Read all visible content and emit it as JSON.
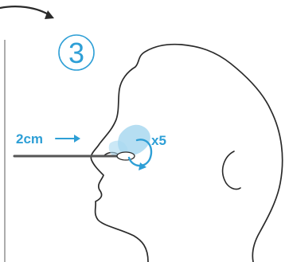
{
  "figure": {
    "step_number": "3",
    "distance_label": "2cm",
    "repeat_label": "x5"
  },
  "colors": {
    "accent": "#2e9fd6",
    "accent_light": "#a9d8f0",
    "line": "#2a2a2a",
    "swab_stick": "#555555",
    "background": "#ffffff"
  },
  "icons": {
    "top_arrow": "curved-arrow-icon",
    "distance_arrow": "arrow-right-icon",
    "rotation": "rotate-arrow-icon"
  }
}
